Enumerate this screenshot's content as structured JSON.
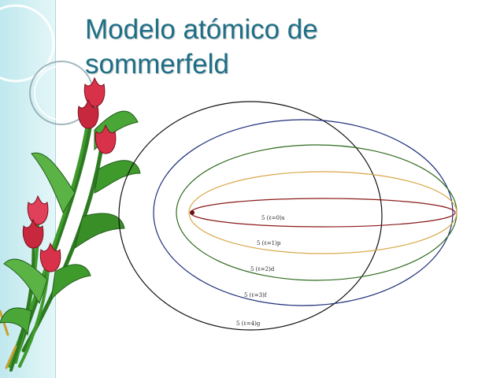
{
  "slide": {
    "title_line1": "Modelo atómico de",
    "title_line2": "sommerfeld"
  },
  "colors": {
    "title": "#1d6f86",
    "strip": "#bfe8ee",
    "orbit_s": "#8b1a1a",
    "orbit_p": "#d8a84a",
    "orbit_d": "#2f6b1e",
    "orbit_f": "#1f2f7a",
    "orbit_g": "#111111"
  },
  "diagram": {
    "nucleus_icon": "nucleus-dot",
    "decoration": "tulip-bouquet",
    "orbits": [
      {
        "id": "s",
        "label": "5 (ℓ=0)s"
      },
      {
        "id": "p",
        "label": "5 (ℓ=1)p"
      },
      {
        "id": "d",
        "label": "5 (ℓ=2)d"
      },
      {
        "id": "f",
        "label": "5 (ℓ=3)f"
      },
      {
        "id": "g",
        "label": "5 (ℓ=4)g"
      }
    ]
  }
}
